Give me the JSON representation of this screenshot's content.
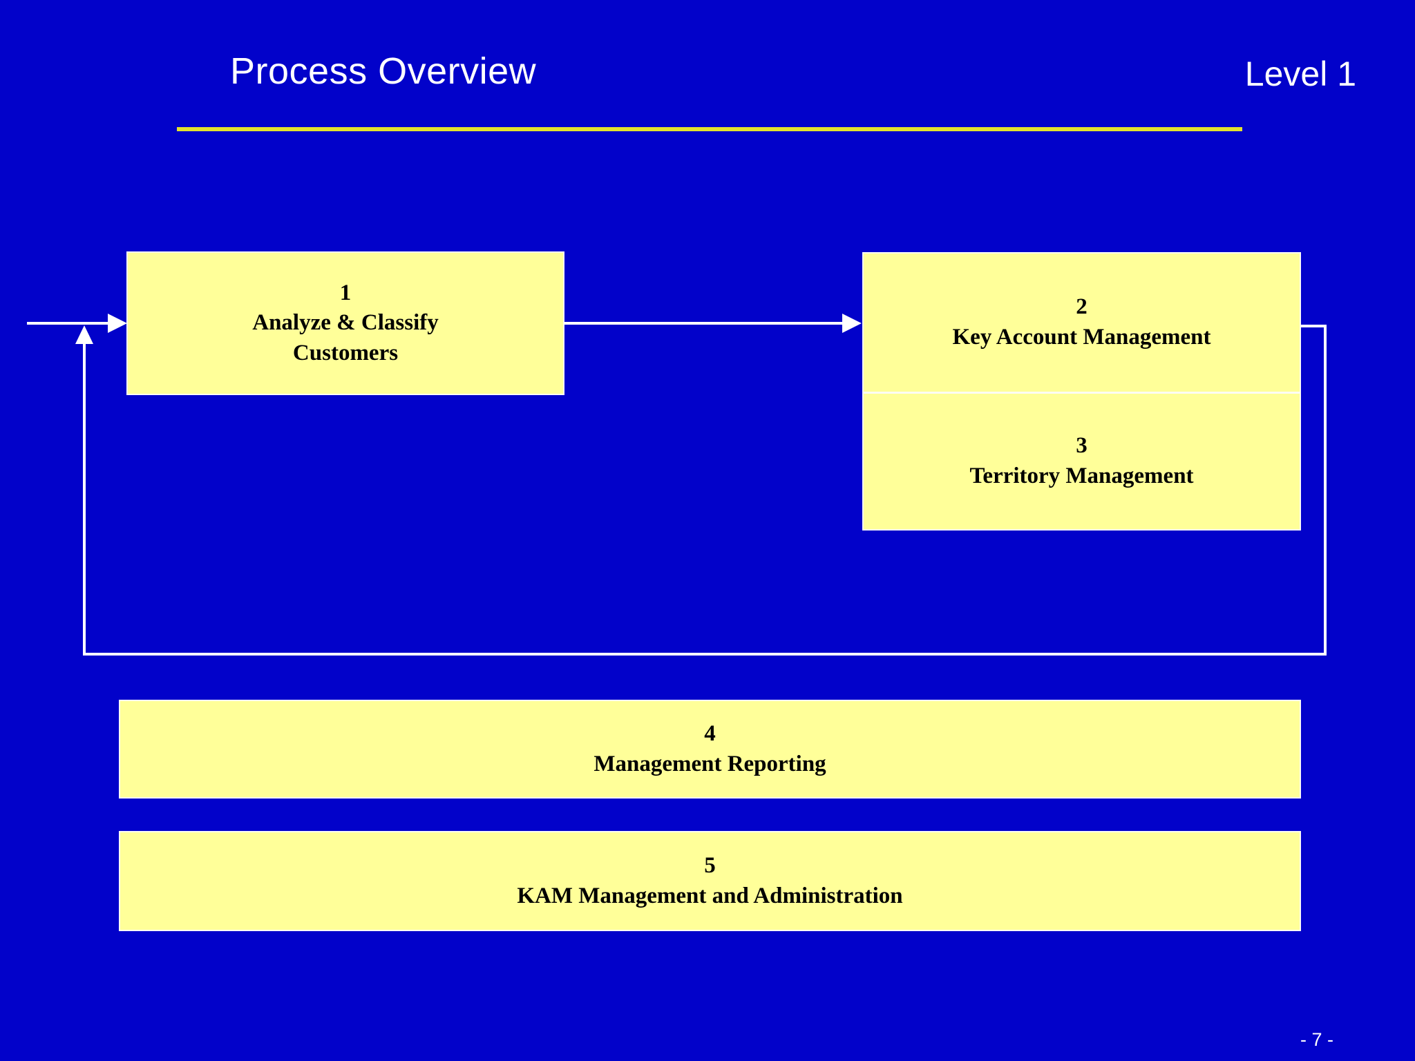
{
  "header": {
    "title": "Process Overview",
    "level": "Level 1"
  },
  "boxes": [
    {
      "number": "1",
      "lines": [
        "Analyze & Classify",
        "Customers"
      ]
    },
    {
      "number": "2",
      "lines": [
        "Key Account Management"
      ]
    },
    {
      "number": "3",
      "lines": [
        "Territory Management"
      ]
    },
    {
      "number": "4",
      "lines": [
        "Management Reporting"
      ]
    },
    {
      "number": "5",
      "lines": [
        "KAM Management and Administration"
      ]
    }
  ],
  "footer": {
    "page_number": "- 7 -"
  },
  "colors": {
    "background": "#0202CA",
    "box_fill": "#FFFF99",
    "box_border": "#FCFCF4",
    "box_text": "#000000",
    "underline": "#E2E22E",
    "heading_text": "#FFFFFF",
    "arrow": "#FFFFFF"
  }
}
